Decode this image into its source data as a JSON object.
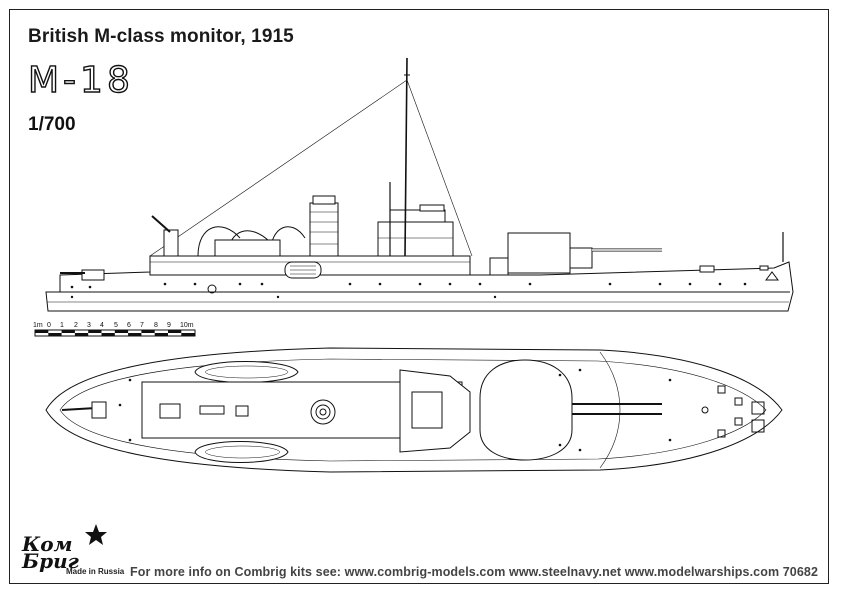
{
  "header": {
    "title": "British M-class monitor, 1915",
    "ship_name": "M-18",
    "scale": "1/700"
  },
  "scale_bar": {
    "labels": [
      "1m",
      "0",
      "1",
      "2",
      "3",
      "4",
      "5",
      "6",
      "7",
      "8",
      "9",
      "10m"
    ]
  },
  "logo": {
    "line1": "Ком",
    "line2": "Бриг",
    "sub": "Made in Russia"
  },
  "footer": {
    "text": "For more info on Combrig kits see: www.combrig-models.com www.steelnavy.net  www.modelwarships.com  70682"
  }
}
